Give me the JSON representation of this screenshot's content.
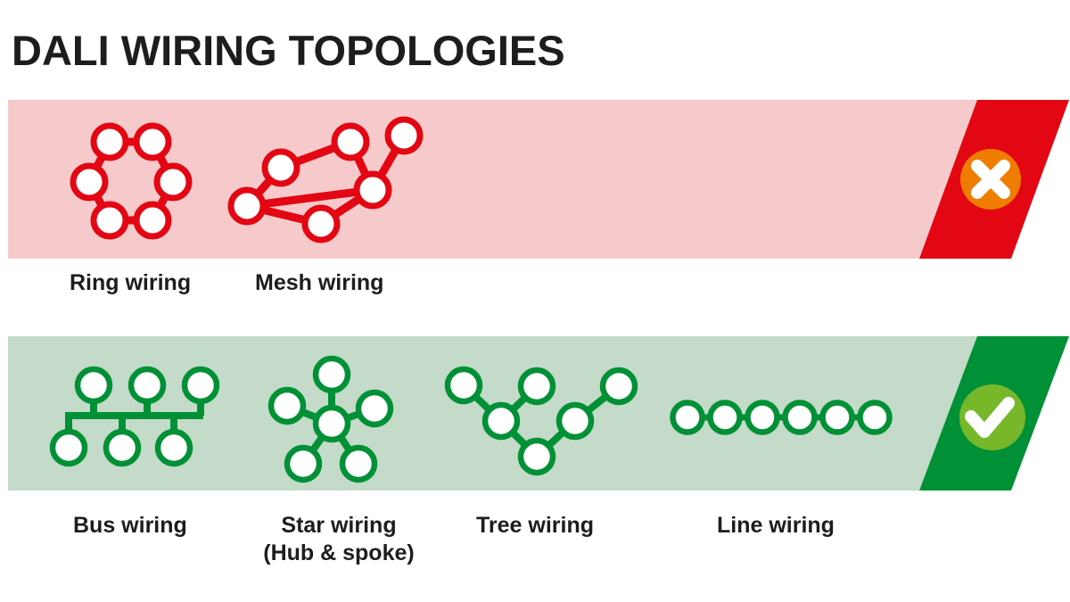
{
  "title": "DALI WIRING TOPOLOGIES",
  "colors": {
    "red": "#e30613",
    "pink_band": "#f6caca",
    "orange_badge": "#ef7d00",
    "green": "#009036",
    "light_green_band": "#c3dbc8",
    "lime_badge": "#76b82a",
    "node_fill": "#ffffff",
    "text": "#1d1d1b"
  },
  "bad_section": {
    "status_icon": "x-icon",
    "items": [
      {
        "label": "Ring wiring"
      },
      {
        "label": "Mesh wiring"
      }
    ]
  },
  "good_section": {
    "status_icon": "check-icon",
    "items": [
      {
        "label": "Bus wiring"
      },
      {
        "label": "Star wiring",
        "sublabel": "(Hub & spoke)"
      },
      {
        "label": "Tree wiring"
      },
      {
        "label": "Line wiring"
      }
    ]
  }
}
